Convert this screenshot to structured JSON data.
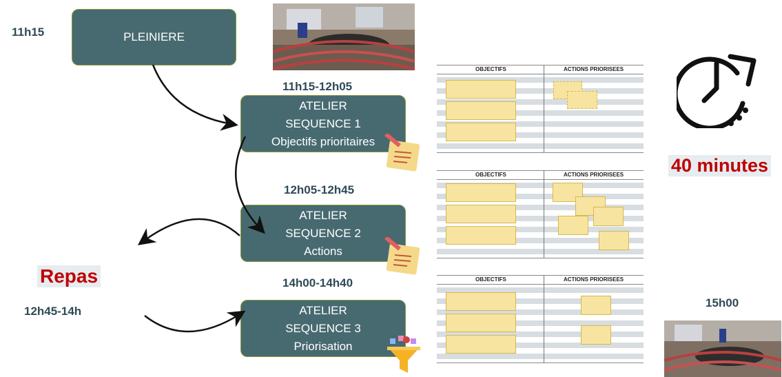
{
  "times": {
    "t1": "11h15",
    "t2": "11h15-12h05",
    "t3": "12h05-12h45",
    "t4": "14h00-14h40",
    "t5": "12h45-14h",
    "t6": "15h00"
  },
  "boxes": {
    "pleniere": "PLEINIERE",
    "seq1": [
      "ATELIER",
      "SEQUENCE 1",
      "Objectifs prioritaires"
    ],
    "seq2": [
      "ATELIER",
      "SEQUENCE 2",
      "Actions"
    ],
    "seq3": [
      "ATELIER",
      "SEQUENCE 3",
      "Priorisation"
    ]
  },
  "repas": "Repas",
  "duration": "40 minutes",
  "tables": {
    "col1": "OBJECTIFS",
    "col2": "ACTIONS PRIORISEES"
  },
  "colors": {
    "box_fill": "#476a70",
    "accent_red": "#c00000",
    "sticky": "#f7e4a0",
    "stripe": "#d7dde0"
  }
}
